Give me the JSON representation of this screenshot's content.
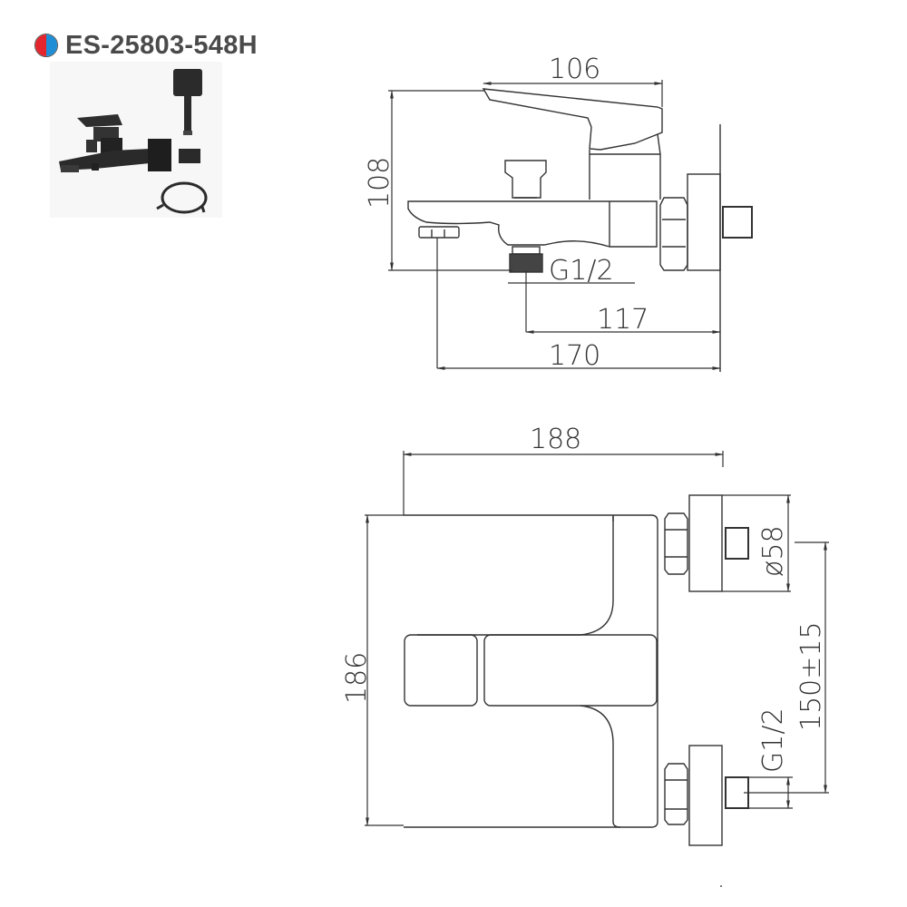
{
  "header": {
    "icon": "hot-cold-indicator-icon",
    "hot_color": "#e3262d",
    "cold_color": "#1e8fd6",
    "model_number": "ES-25803-548H"
  },
  "product_image": {
    "description": "black bath mixer with hand shower, holder and hose",
    "parts": [
      "bath-mixer",
      "hand-shower",
      "shower-holder",
      "shower-hose"
    ]
  },
  "side_view": {
    "dimensions": {
      "handle_length": "106",
      "height": "108",
      "thread": "G1/2",
      "outlet_to_wall": "117",
      "spout_to_wall": "170"
    }
  },
  "top_view": {
    "dimensions": {
      "width": "188",
      "depth": "186",
      "flange_diameter": "ø58",
      "inlet_spacing": "150±15",
      "thread": "G1/2"
    }
  },
  "colors": {
    "line": "#333333",
    "text": "#4a4a4a"
  }
}
